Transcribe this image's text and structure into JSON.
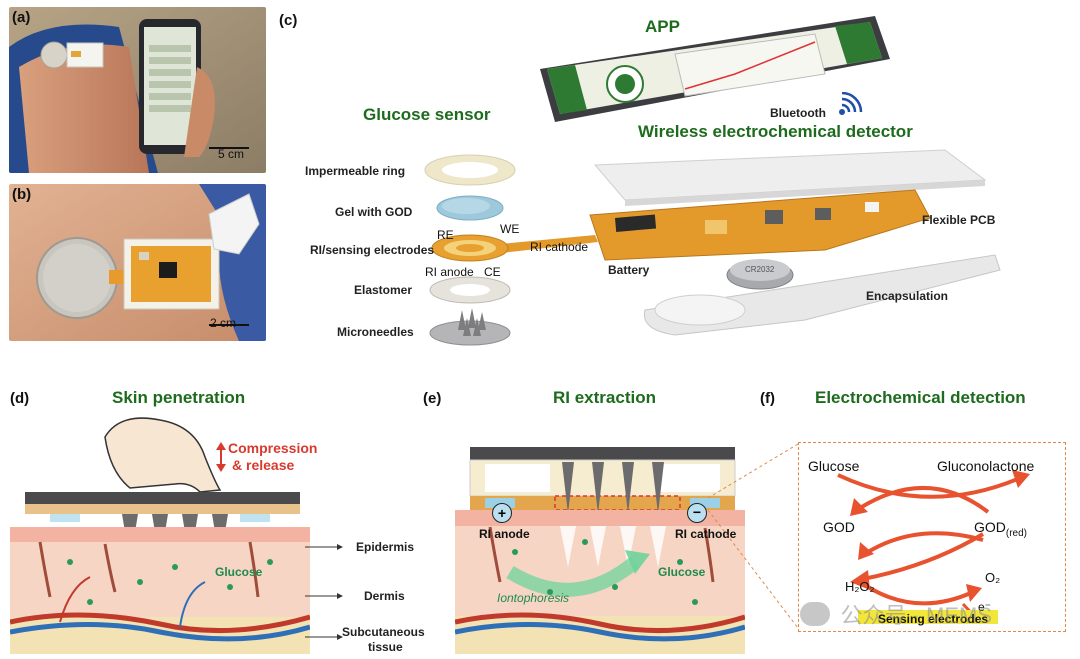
{
  "panels": {
    "a": {
      "letter": "(a)",
      "scale": "5 cm"
    },
    "b": {
      "letter": "(b)",
      "scale": "2 cm"
    },
    "c": {
      "letter": "(c)",
      "app_title": "APP",
      "sensor_title": "Glucose sensor",
      "detector_title": "Wireless electrochemical detector",
      "bluetooth": "Bluetooth",
      "layers": [
        "Impermeable ring",
        "Gel with GOD",
        "RI/sensing electrodes",
        "Elastomer",
        "Microneedles"
      ],
      "electrode_labels": {
        "re": "RE",
        "we": "WE",
        "ri_cathode": "RI cathode",
        "ri_anode": "RI anode",
        "ce": "CE"
      },
      "flexible_pcb": "Flexible PCB",
      "battery": "Battery",
      "encapsulation": "Encapsulation",
      "battery_text": "CR2032"
    },
    "d": {
      "letter": "(d)",
      "title": "Skin penetration",
      "action_line1": "Compression",
      "action_line2": "& release",
      "glucose": "Glucose",
      "layers": [
        "Epidermis",
        "Dermis",
        "Subcutaneous",
        "tissue"
      ]
    },
    "e": {
      "letter": "(e)",
      "title": "RI extraction",
      "anode": "RI anode",
      "cathode": "RI cathode",
      "plus": "+",
      "minus": "−",
      "iontophoresis": "Iontophoresis",
      "glucose": "Glucose"
    },
    "f": {
      "letter": "(f)",
      "title": "Electrochemical detection",
      "glucose": "Glucose",
      "gluconolactone": "Gluconolactone",
      "god": "GOD",
      "god_red": "GOD",
      "god_red_sub": "(red)",
      "h2o2": "H₂O₂",
      "o2": "O₂",
      "e": "e⁻",
      "sensing": "Sensing electrodes"
    }
  },
  "watermark": "公众号 · MEMS",
  "colors": {
    "title_green": "#1e6b1e",
    "arrow_red": "#e8522f",
    "skin": "#f2b3a3",
    "pcb": "#e39a2a"
  }
}
